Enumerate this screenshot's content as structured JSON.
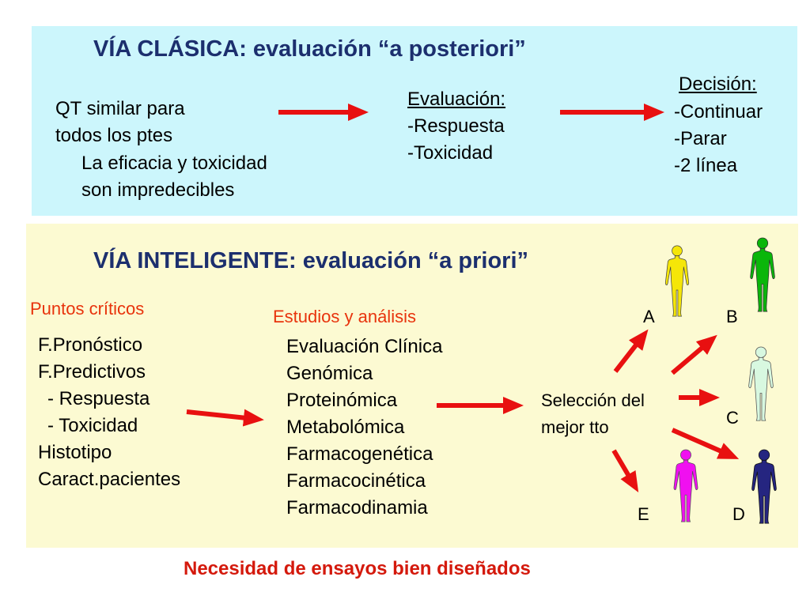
{
  "classic": {
    "title": "VÍA CLÁSICA: evaluación “a posteriori”",
    "left_lines": [
      "QT similar para",
      "todos los ptes"
    ],
    "note_lines": [
      "La eficacia y toxicidad",
      "son impredecibles"
    ],
    "evaluation_heading": "Evaluación:",
    "evaluation_items": [
      "-Respuesta",
      "-Toxicidad"
    ],
    "decision_heading": "Decisión:",
    "decision_items": [
      "-Continuar",
      "-Parar",
      "-2 línea"
    ]
  },
  "intelligent": {
    "title": "VÍA INTELIGENTE: evaluación “a priori”",
    "critical_heading": "Puntos críticos",
    "critical_items": [
      "F.Pronóstico",
      "F.Predictivos",
      "  - Respuesta",
      "  - Toxicidad",
      "Histotipo",
      "Caract.pacientes"
    ],
    "studies_heading": "Estudios y análisis",
    "studies_items": [
      "Evaluación Clínica",
      "Genómica",
      "Proteinómica",
      "Metabolómica",
      "Farmacogenética",
      "Farmacocinética",
      "Farmacodinamia"
    ],
    "selection_lines": [
      "Selección del",
      "mejor tto"
    ],
    "figures": [
      {
        "label": "A",
        "color": "#f5e608"
      },
      {
        "label": "B",
        "color": "#0ab60a"
      },
      {
        "label": "C",
        "color": "#d8f8e0"
      },
      {
        "label": "D",
        "color": "#252580"
      },
      {
        "label": "E",
        "color": "#f010f0"
      }
    ]
  },
  "footer": "Necesidad de ensayos bien diseñados",
  "colors": {
    "arrow": "#e81010",
    "title": "#1c2f6e",
    "accent_text": "#e8330c",
    "footer": "#d4190c",
    "panel_top": "#ccf6fc",
    "panel_bottom": "#fcfad2"
  }
}
